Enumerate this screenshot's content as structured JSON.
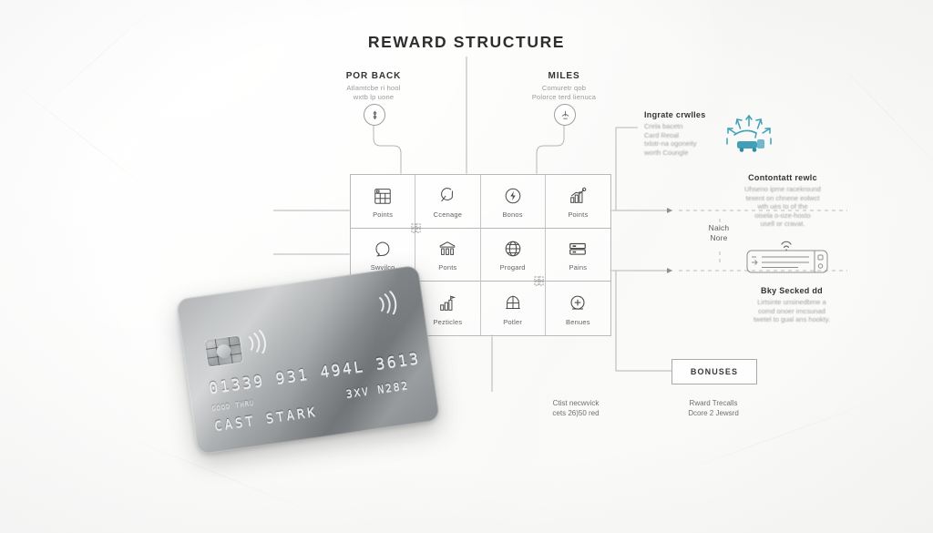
{
  "title": "REWARD STRUCTURE",
  "columns": [
    {
      "id": "cash-back",
      "title": "POR BACK",
      "subtitle_lines": [
        "Atlamtcbe ri hool",
        "wxtb lp uone"
      ],
      "node_icon": "coin-icon"
    },
    {
      "id": "miles",
      "title": "MILES",
      "subtitle_lines": [
        "Comuretr qob",
        "Polorce terd lienuca"
      ],
      "node_icon": "airplane-icon"
    }
  ],
  "grid": {
    "rows": [
      [
        {
          "icon": "calendar-grid-icon",
          "label": "Points"
        },
        {
          "icon": "magnifier-icon",
          "label": "Ccenage"
        },
        {
          "icon": "bolt-circle-icon",
          "label": "Bonos"
        },
        {
          "icon": "bar-chart-rising-icon",
          "label": "Points"
        }
      ],
      [
        {
          "icon": "speech-bubble-icon",
          "label": "Swvilco"
        },
        {
          "icon": "bank-icon",
          "label": "Ponts"
        },
        {
          "icon": "globe-icon",
          "label": "Progard"
        },
        {
          "icon": "server-stack-icon",
          "label": "Pains"
        }
      ],
      [
        {
          "icon": "blank-icon",
          "label": ""
        },
        {
          "icon": "bar-chart-flag-icon",
          "label": "Pezticles"
        },
        {
          "icon": "shield-globe-icon",
          "label": "Potler"
        },
        {
          "icon": "plus-circle-icon",
          "label": "Benues"
        }
      ]
    ],
    "cross_markers": 2
  },
  "annotations": [
    {
      "id": "integrate-rewards",
      "title": "Ingrate crwlles",
      "body_lines": [
        "Crela bacetn",
        "Card Reoal",
        "txlotr-na ogoneity",
        "worth Coungle"
      ],
      "icon": "car-rays-icon",
      "icon_color": "#3fa0b8"
    },
    {
      "id": "contactless-rewards",
      "title": "Contontatt rewlc",
      "body_lines": [
        "Uhseno ipme racekround",
        "texent on chnene eolwct",
        "wth ues to of the",
        "oisela o-oze-hosto",
        "usell or cravat."
      ],
      "icon": "contactless-card-icon"
    },
    {
      "id": "stay-secured",
      "title": "Bky Secked dd",
      "body_lines": [
        "Lirtsinte unsinedbme a",
        "comd onoer imcsunad",
        "twetel to gual ans hookty."
      ],
      "icon": "none"
    }
  ],
  "match_note": {
    "line1": "Naich",
    "line2": "Nore"
  },
  "bonuses_box": {
    "label": "BONUSES"
  },
  "footnotes": [
    {
      "id": "card-network",
      "lines": [
        "Ctist necwvick",
        "cets 26)50 red"
      ]
    },
    {
      "id": "reward-recalls",
      "lines": [
        "Rward Trecalls",
        "Dcore 2 Jewsrd"
      ]
    }
  ],
  "credit_card": {
    "number": "01339 931 494L 3613",
    "holder": "CAST STARK",
    "expiry": "3XV N282",
    "small_print": "GOOD THRU",
    "chip": "emv-chip",
    "contactless_symbols": 2,
    "material_color": "#9b9ea1"
  },
  "colors": {
    "background": "#fdfdfc",
    "line": "#b9b9b9",
    "text": "#3a3a3a",
    "muted": "#a2a2a2",
    "accent_teal": "#3fa0b8"
  }
}
